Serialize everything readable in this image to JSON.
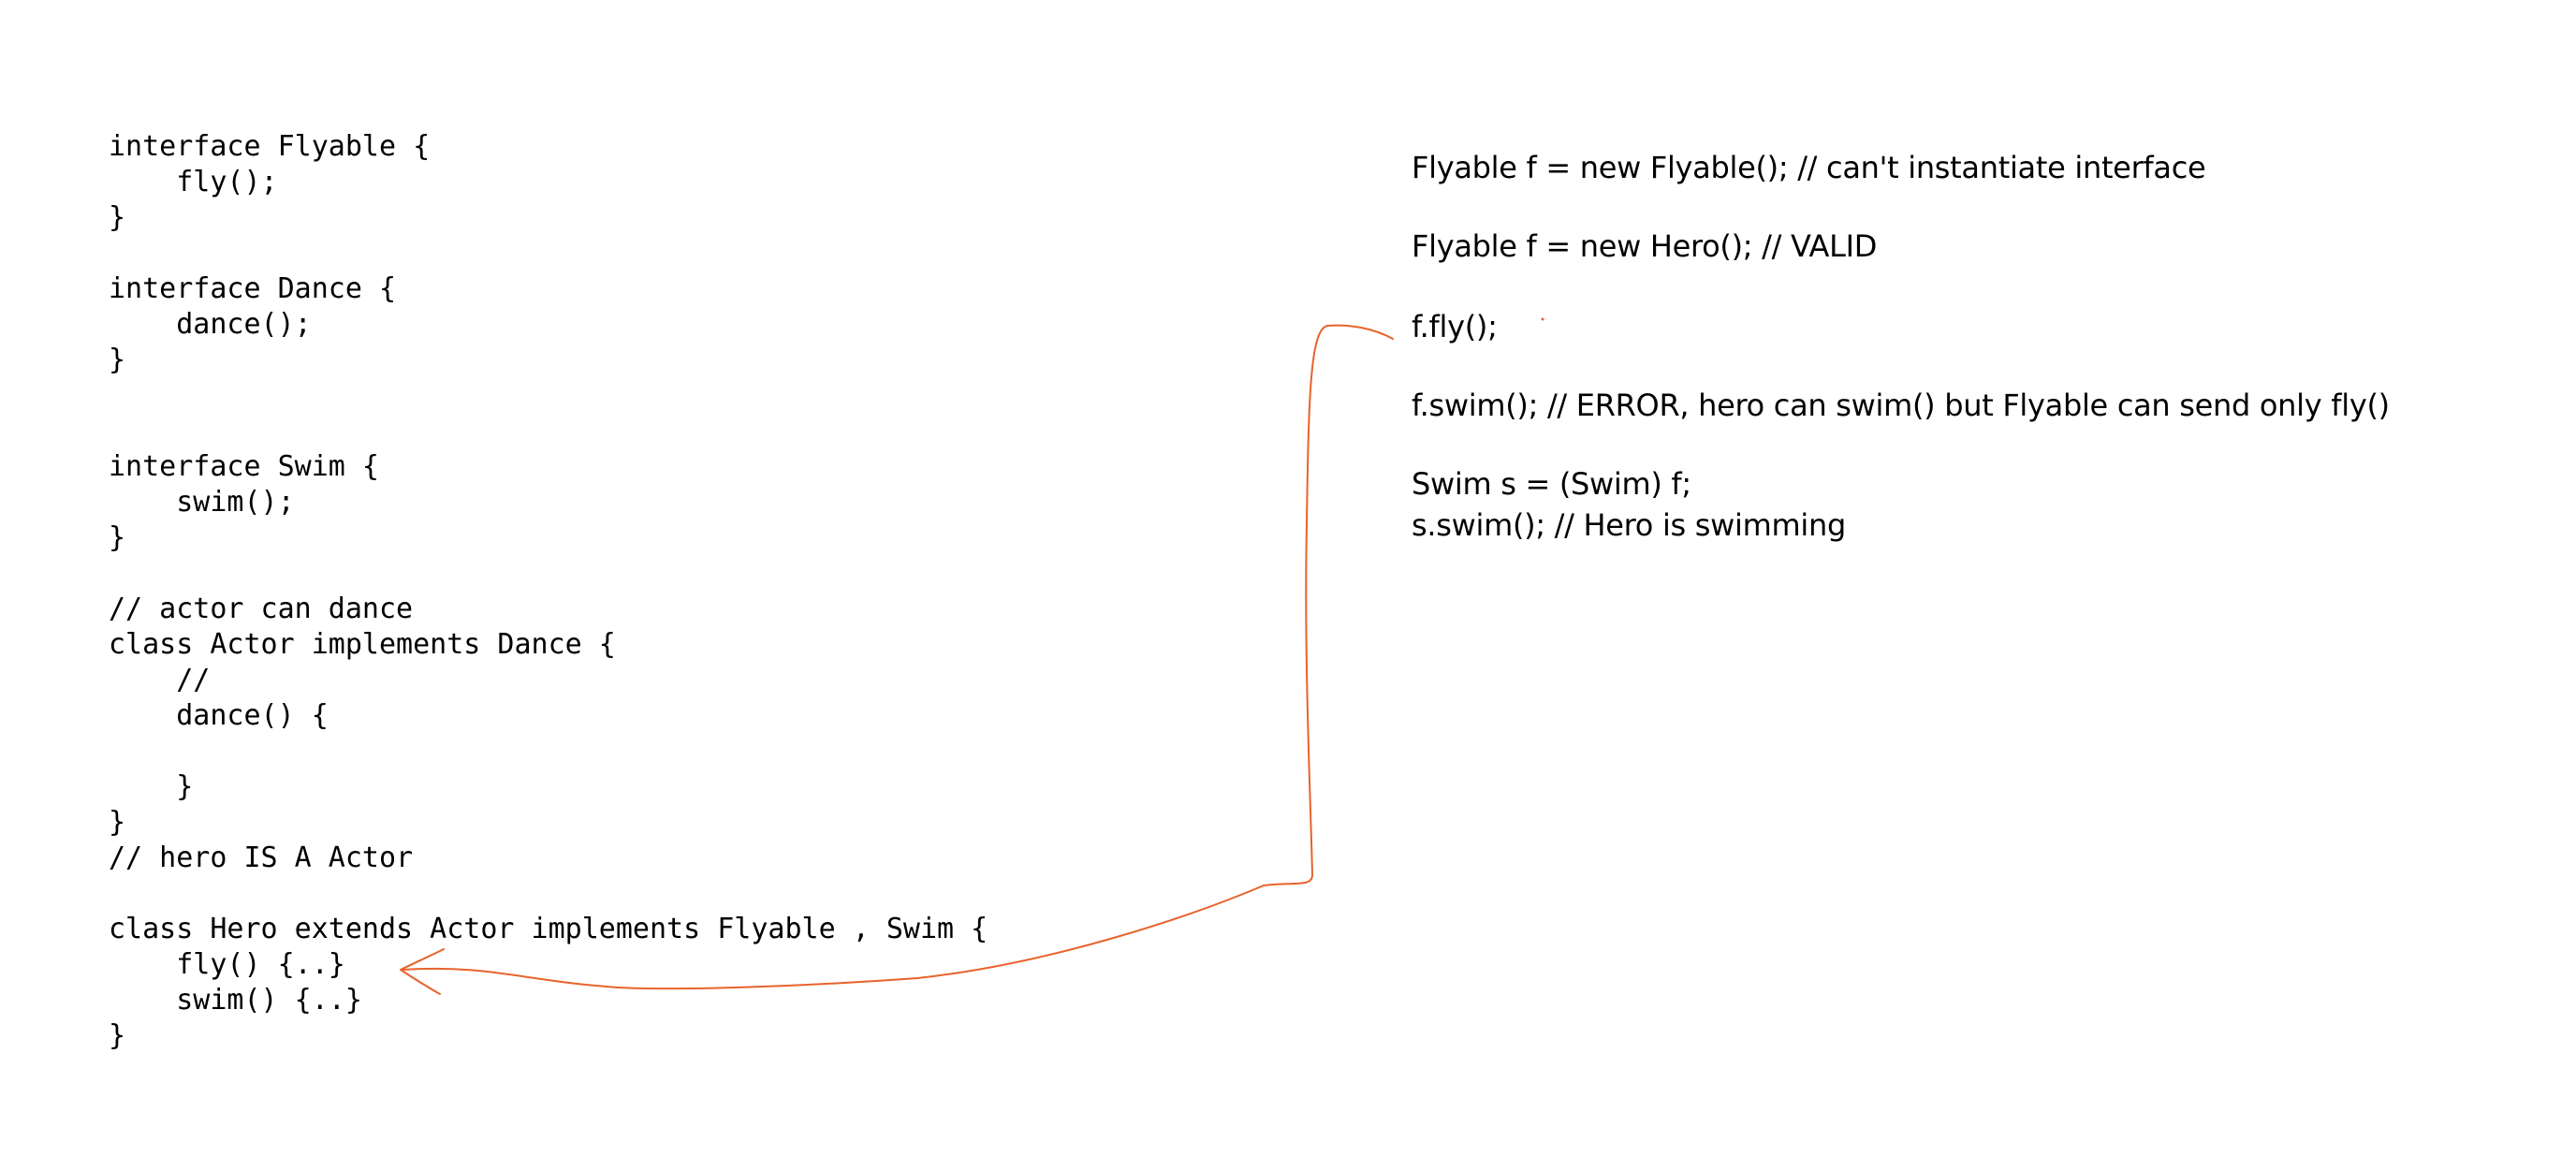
{
  "code": {
    "lines": [
      "interface Flyable {",
      "    fly();",
      "}",
      "",
      "interface Dance {",
      "    dance();",
      "}",
      "",
      "",
      "interface Swim {",
      "    swim();",
      "}",
      "",
      "// actor can dance",
      "class Actor implements Dance {",
      "    //",
      "    dance() {",
      "",
      "    }",
      "}",
      "// hero IS A Actor",
      "",
      "class Hero extends Actor implements Flyable , Swim {",
      "    fly() {..}",
      "    swim() {..}",
      "}"
    ]
  },
  "notes": {
    "line1": "Flyable f = new Flyable(); // can't instantiate interface",
    "line2": "Flyable f = new Hero(); // VALID",
    "line3": "f.fly();",
    "line4": "f.swim(); // ERROR, hero can swim() but Flyable can send only fly()",
    "line5": "Swim s = (Swim) f;",
    "line6": "s.swim(); // Hero is swimming"
  },
  "colors": {
    "annotation": "#e8632b",
    "text": "#000000"
  }
}
